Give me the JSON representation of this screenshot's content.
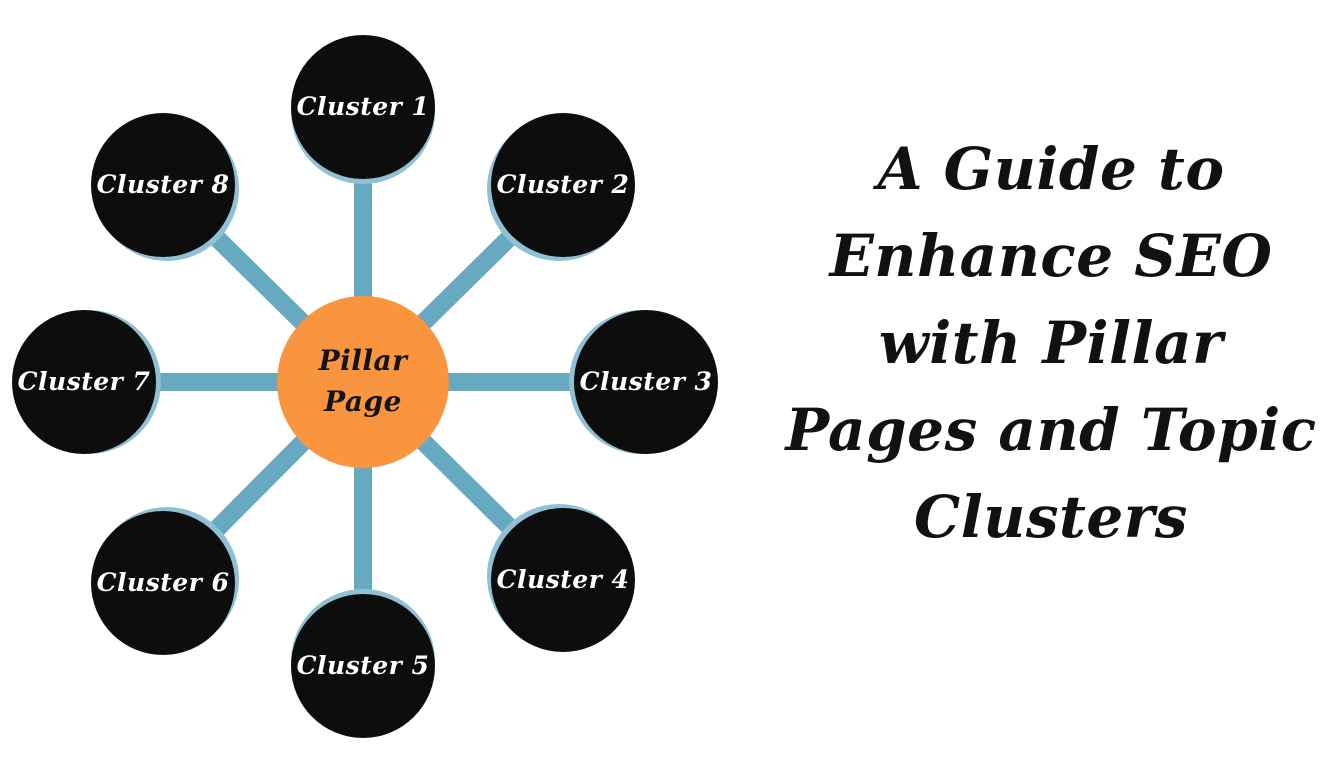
{
  "diagram": {
    "hub": {
      "label_line1": "Pillar",
      "label_line2": "Page"
    },
    "clusters": [
      {
        "label": "Cluster 1"
      },
      {
        "label": "Cluster 2"
      },
      {
        "label": "Cluster 3"
      },
      {
        "label": "Cluster 4"
      },
      {
        "label": "Cluster 5"
      },
      {
        "label": "Cluster 6"
      },
      {
        "label": "Cluster 7"
      },
      {
        "label": "Cluster 8"
      }
    ],
    "colors": {
      "hub_fill": "#f8953e",
      "node_fill": "#0d0d0d",
      "node_text": "#ffffff",
      "spoke": "#67a9c1",
      "node_edge_accent": "#8fc1d3",
      "title_text": "#111111"
    }
  },
  "title": {
    "lines": [
      "A Guide to",
      "Enhance SEO",
      "with Pillar",
      "Pages and Topic",
      "Clusters"
    ]
  }
}
